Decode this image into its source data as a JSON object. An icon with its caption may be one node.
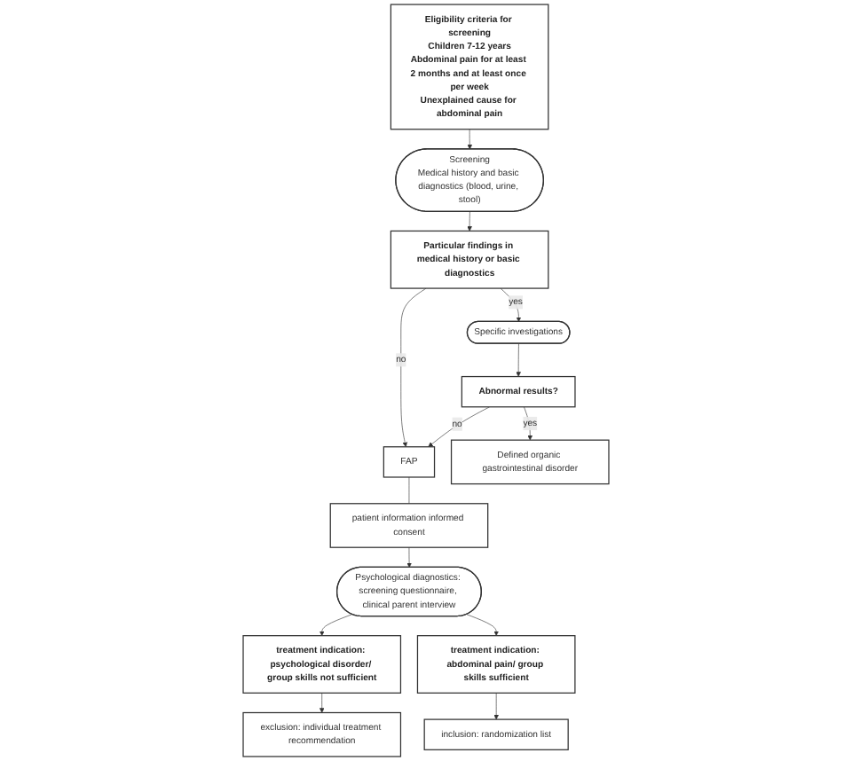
{
  "diagram": {
    "nodes": [
      {
        "text": [
          "Eligibility criteria for screening",
          "Children 7-12 years",
          "Abdominal pain for at least 2 months and at least once per week",
          "Unexplained cause for abdominal pain"
        ]
      },
      {
        "text": [
          "Screening",
          "Medical history and basic diagnostics (blood, urine, stool)"
        ]
      },
      {
        "text": [
          "Particular findings in medical history or basic diagnostics"
        ]
      },
      {
        "text": [
          "Specific investigations"
        ]
      },
      {
        "text": [
          "Abnormal results?"
        ]
      },
      {
        "text": [
          "FAP"
        ]
      },
      {
        "text": [
          "Defined organic gastrointestinal disorder"
        ]
      },
      {
        "text": [
          "patient information informed consent"
        ]
      },
      {
        "text": [
          "Psychological diagnostics: screening questionnaire, clinical parent interview"
        ]
      },
      {
        "text": [
          "treatment indication: psychological disorder/ group skills not sufficient"
        ]
      },
      {
        "text": [
          "treatment indication: abdominal pain/ group skills sufficient"
        ]
      },
      {
        "text": [
          "exclusion: individual treatment recommendation"
        ]
      },
      {
        "text": [
          "inclusion: randomization list"
        ]
      }
    ],
    "edges": [
      {
        "from": 0,
        "to": 1,
        "arrow": "to"
      },
      {
        "from": 1,
        "to": 2,
        "arrow": "to"
      },
      {
        "from": 2,
        "to": 3,
        "label": "yes",
        "arrow": "to"
      },
      {
        "from": 2,
        "to": 5,
        "label": "no",
        "arrow": "to"
      },
      {
        "from": 3,
        "to": 4,
        "arrow": "to"
      },
      {
        "from": 4,
        "to": 5,
        "label": "no",
        "arrow": "to"
      },
      {
        "from": 4,
        "to": 6,
        "label": "yes",
        "arrow": "to"
      },
      {
        "from": 5,
        "to": 7,
        "arrow": "none"
      },
      {
        "from": 7,
        "to": 8,
        "arrow": "to"
      },
      {
        "from": 8,
        "to": 9,
        "arrow": "to"
      },
      {
        "from": 8,
        "to": 10,
        "arrow": "to"
      },
      {
        "from": 9,
        "to": 11,
        "arrow": "to"
      },
      {
        "from": 10,
        "to": 12,
        "arrow": "to"
      }
    ]
  }
}
